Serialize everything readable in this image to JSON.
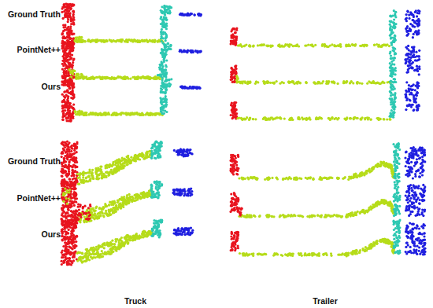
{
  "diagram": {
    "labels": [
      "Ground Truth",
      "PointNet++",
      "Ours",
      "Ground Truth",
      "PointNet++",
      "Ours",
      "Truck",
      "Trailer"
    ]
  }
}
